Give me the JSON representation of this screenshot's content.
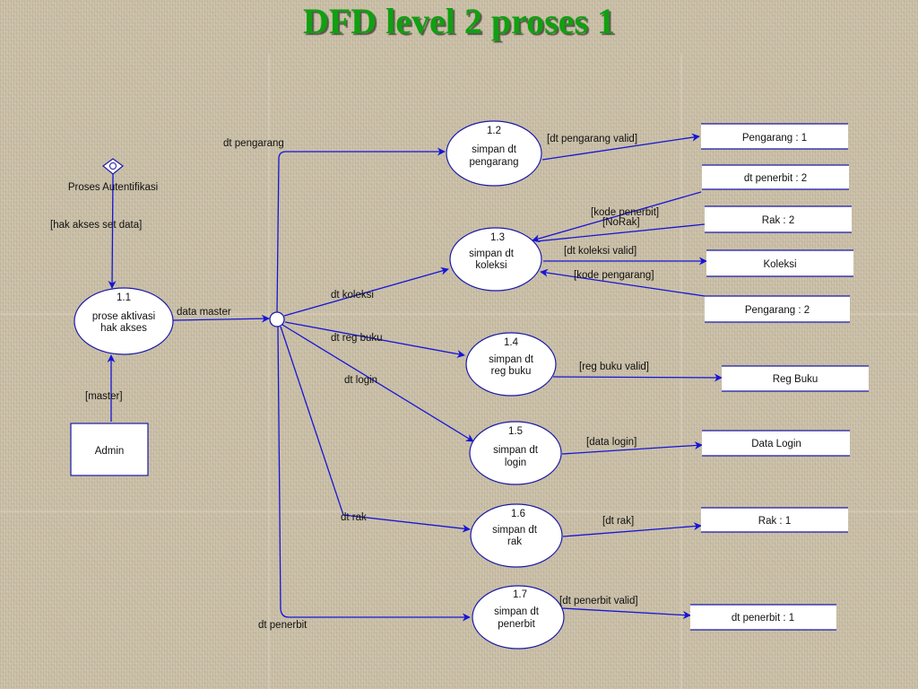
{
  "title": "DFD level 2 proses 1",
  "colors": {
    "title": "#10a010",
    "line": "#1515d6",
    "background": "#cbc0a8"
  },
  "processes": [
    {
      "id": "1.1",
      "line1": "prose aktivasi",
      "line2": "hak akses"
    },
    {
      "id": "1.2",
      "line1": "simpan dt",
      "line2": "pengarang"
    },
    {
      "id": "1.3",
      "line1": "simpan dt",
      "line2": "koleksi"
    },
    {
      "id": "1.4",
      "line1": "simpan dt",
      "line2": "reg buku"
    },
    {
      "id": "1.5",
      "line1": "simpan dt",
      "line2": "login"
    },
    {
      "id": "1.6",
      "line1": "simpan dt",
      "line2": "rak"
    },
    {
      "id": "1.7",
      "line1": "simpan dt",
      "line2": "penerbit"
    }
  ],
  "stores": [
    "Pengarang : 1",
    "dt penerbit : 2",
    "Rak : 2",
    "Koleksi",
    "Pengarang : 2",
    "Reg Buku",
    "Data Login",
    "Rak : 1",
    "dt penerbit : 1"
  ],
  "entity": "Admin",
  "external_process": "Proses Autentifikasi",
  "flows": [
    "[hak akses set data]",
    "[master]",
    "data master",
    "dt pengarang",
    "dt koleksi",
    "dt reg buku",
    "dt login",
    "dt rak",
    "dt penerbit",
    "[dt pengarang valid]",
    "[kode penerbit]",
    "[NoRak]",
    "[dt koleksi valid]",
    "[kode pengarang]",
    "[reg buku valid]",
    "[data login]",
    "[dt rak]",
    "[dt penerbit valid]"
  ]
}
